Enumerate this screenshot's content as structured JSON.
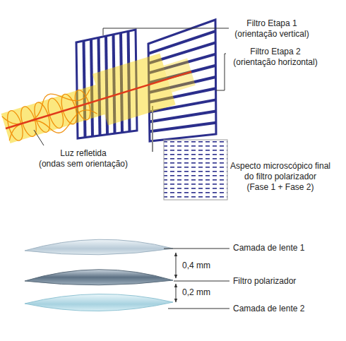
{
  "diagram": {
    "labels": [
      "Filtro Etapa 1 (orientação vertical)",
      "Filtro Etapa 2 (orientação horizontal)",
      "Luz refletida (ondas sem orientação)",
      "Aspecto microscópico final do filtro polarizador (Fase 1 + Fase 2)",
      "Camada de lente 1",
      "0,4 mm",
      "Filtro polarizador",
      "0,2 mm",
      "Camada de lente 2"
    ]
  }
}
